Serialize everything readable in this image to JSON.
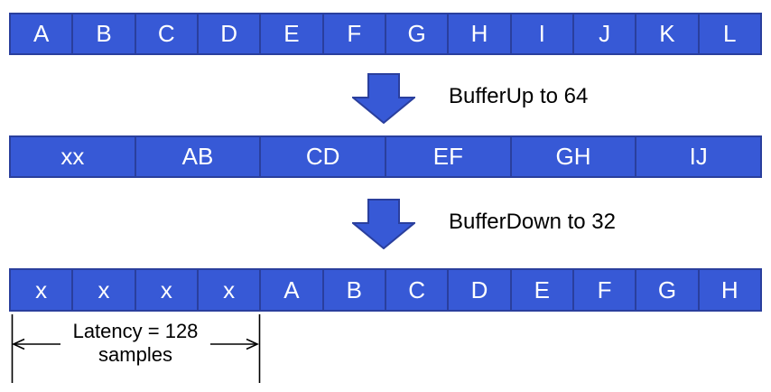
{
  "colors": {
    "cell_fill": "#3759d6",
    "cell_border": "#2a3f9d",
    "arrow_fill": "#3759d6",
    "arrow_border": "#2a3f9d",
    "text_light": "#ffffff",
    "text_dark": "#000000"
  },
  "rows": [
    {
      "cells": [
        "A",
        "B",
        "C",
        "D",
        "E",
        "F",
        "G",
        "H",
        "I",
        "J",
        "K",
        "L"
      ]
    },
    {
      "cells": [
        "xx",
        "AB",
        "CD",
        "EF",
        "GH",
        "IJ"
      ]
    },
    {
      "cells": [
        "x",
        "x",
        "x",
        "x",
        "A",
        "B",
        "C",
        "D",
        "E",
        "F",
        "G",
        "H"
      ]
    }
  ],
  "arrows": [
    {
      "label": "BufferUp to 64"
    },
    {
      "label": "BufferDown to 32"
    }
  ],
  "latency": {
    "line1": "Latency = 128",
    "line2": "samples"
  }
}
